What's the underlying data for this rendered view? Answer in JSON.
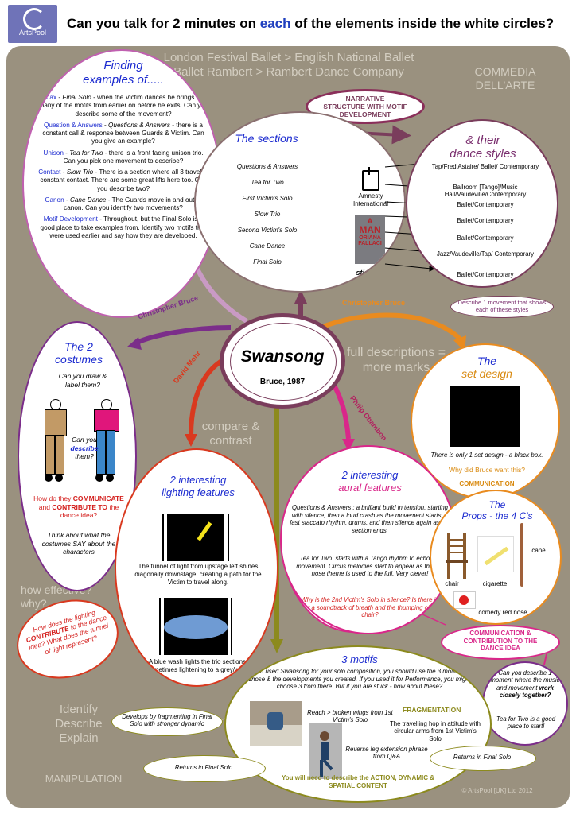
{
  "header": {
    "logo_text": "ArtsPool",
    "q1": "Can you talk for 2 minutes on ",
    "q_em": "each",
    "q2": " of the elements inside the white circles?"
  },
  "watermarks": {
    "companies1": "London Festival Ballet > English National Ballet",
    "companies2": "Ballet Rambert > Rambert Dance Company",
    "commedia1": "COMMEDIA",
    "commedia2": "DELL'ARTE",
    "full1": "full descriptions =",
    "full2": "more marks",
    "compare1": "compare &",
    "compare2": "contrast",
    "how1": "how effective?",
    "how2": "why?",
    "ide1": "Identify",
    "ide2": "Describe",
    "ide3": "Explain",
    "manip": "MANIPULATION",
    "copyright": "© ArtsPool [UK] Ltd 2012"
  },
  "finding": {
    "title1": "Finding",
    "title2": "examples of.....",
    "items": [
      {
        "head": "Climax",
        "sep": " - ",
        "sec": "Final Solo",
        "body": " - when the Victim dances he brings back many of the motifs from earlier on before he exits. Can you describe some of the movement?"
      },
      {
        "head": "Question & Answers",
        "sep": " - ",
        "sec": "Questions & Answers",
        "body": " - there is a constant call & response between Guards & Victim. Can you give an example?"
      },
      {
        "head": "Unison",
        "sep": " - ",
        "sec": "Tea for Two",
        "body": " - there is a front facing unison trio. Can you pick one movement to describe?"
      },
      {
        "head": "Contact",
        "sep": " - ",
        "sec": "Slow Trio",
        "body": " - There is a section where all 3 travel in constant contact. There are some great lifts here too. Can you describe two?"
      },
      {
        "head": "Canon",
        "sep": " - ",
        "sec": "Cane Dance",
        "body": " - The Guards move in and out of canon. Can you identify two movements?"
      },
      {
        "head": "Motif Development",
        "sep": " - ",
        "sec": "",
        "body": "Throughout, but the Final Solo is a good place to take examples from. Identify two motifs that were used earlier and say how they are developed."
      }
    ]
  },
  "narrative": {
    "text1": "NARRATIVE",
    "text2": "STRUCTURE WITH MOTIF",
    "text3": "DEVELOPMENT"
  },
  "sections": {
    "title": "The sections",
    "items": [
      "Questions & Answers",
      "Tea for Two",
      "First Victim's Solo",
      "Slow Trio",
      "Second Victim's Solo",
      "Cane Dance",
      "Final Solo"
    ],
    "amnesty1": "Amnesty",
    "amnesty2": "International",
    "book1": "A",
    "book2": "MAN",
    "book3": "ORIANA",
    "book4": "FALLACI",
    "stimulus": "stimulus"
  },
  "styles": {
    "title1": "& their",
    "title2": "dance styles",
    "items": [
      "Tap/Fred Astaire/ Ballet/ Contemporary",
      "Ballroom [Tango]/Music Hall/Vaudeville/Contemporary",
      "Ballet/Contemporary",
      "Ballet/Contemporary",
      "Ballet/Contemporary",
      "Jazz/Vaudeville/Tap/ Contemporary",
      "Ballet/Contemporary"
    ],
    "describe": "Describe 1 movement that shows each of these styles"
  },
  "center": {
    "title": "Swansong",
    "sub": "Bruce, 1987"
  },
  "arrow_labels": {
    "cb1": "Christopher Bruce",
    "cb2": "Christopher Bruce",
    "dm": "David Mohr",
    "pc": "Philip Chambon"
  },
  "costumes": {
    "title1": "The 2",
    "title2": "costumes",
    "q1": "Can you draw & label them?",
    "q2a": "Can you ",
    "q2b": "describe",
    "q2c": " them?",
    "q3a": "How do they ",
    "q3b": "COMMUNICATE",
    "q3c": " and ",
    "q3d": "CONTRIBUTE TO",
    "q3e": " the dance idea?",
    "q4": "Think about what the costumes SAY about the characters"
  },
  "set": {
    "title1": "The",
    "title2": "set design",
    "caption": "There is only 1 set design - a black box.",
    "why": "Why did Bruce want this?",
    "comm": "COMMUNICATION"
  },
  "lighting": {
    "title1": "2 interesting",
    "title2": "lighting features",
    "cap1": "The tunnel of light from upstage left shines diagonally downstage, creating a path for the Victim to travel along.",
    "cap2": "A blue wash lights the trio sections, sometimes lightening to a grey/white"
  },
  "lightq": {
    "a": "How does the lighting ",
    "b": "CONTRIBUTE",
    "c": " to the dance idea? What does the tunnel of light represent?"
  },
  "aural": {
    "title1": "2 interesting",
    "title2": "aural features",
    "p1": "Questions & Answers : a brilliant build in tension, starting with silence, then a loud crash as the movement starts, a fast staccato rhythm, drums, and then silence again as the section ends.",
    "p2": "Tea for Two: starts with a Tango rhythm to echo the movement. Circus melodies start to appear as the red nose theme is used to the full. Very clever!",
    "p3": "Why is the 2nd Victim's Solo in silence? Is there in fact a soundtrack of breath and the thumping of the chair?"
  },
  "props": {
    "title1": "The",
    "title2": "Props - the 4 C's",
    "chair": "chair",
    "cigarette": "cigarette",
    "cane": "cane",
    "nose": "comedy red nose"
  },
  "commbox": {
    "l1": "COMMUNICATION &",
    "l2": "CONTRIBUTION TO THE",
    "l3": "DANCE IDEA"
  },
  "describe1": {
    "a": "Can you describe 1 moment where the music and movement ",
    "b": "work closely together?",
    "c": "Tea for Two is a good place to start!"
  },
  "motifs": {
    "title": "3 motifs",
    "intro": "If you used Swansong for your solo composition, you should use the 3 motifs you chose & the developments you created. If you used it for Performance, you might choose 3 from there. But if you are stuck - how about these?",
    "reach": "Reach > broken wings from 1st Victim's Solo",
    "frag": "FRAGMENTATION",
    "hop": "The travelling hop in attitude with circular arms from 1st Victim's Solo",
    "reverse": "Reverse leg extension phrase from Q&A",
    "need": "You will need to describe the ACTION, DYNAMIC & SPATIAL CONTENT"
  },
  "bubbles": {
    "develops": "Develops by fragmenting in Final Solo with stronger dynamic",
    "returns1": "Returns in Final Solo",
    "returns2": "Returns in Final Solo"
  }
}
